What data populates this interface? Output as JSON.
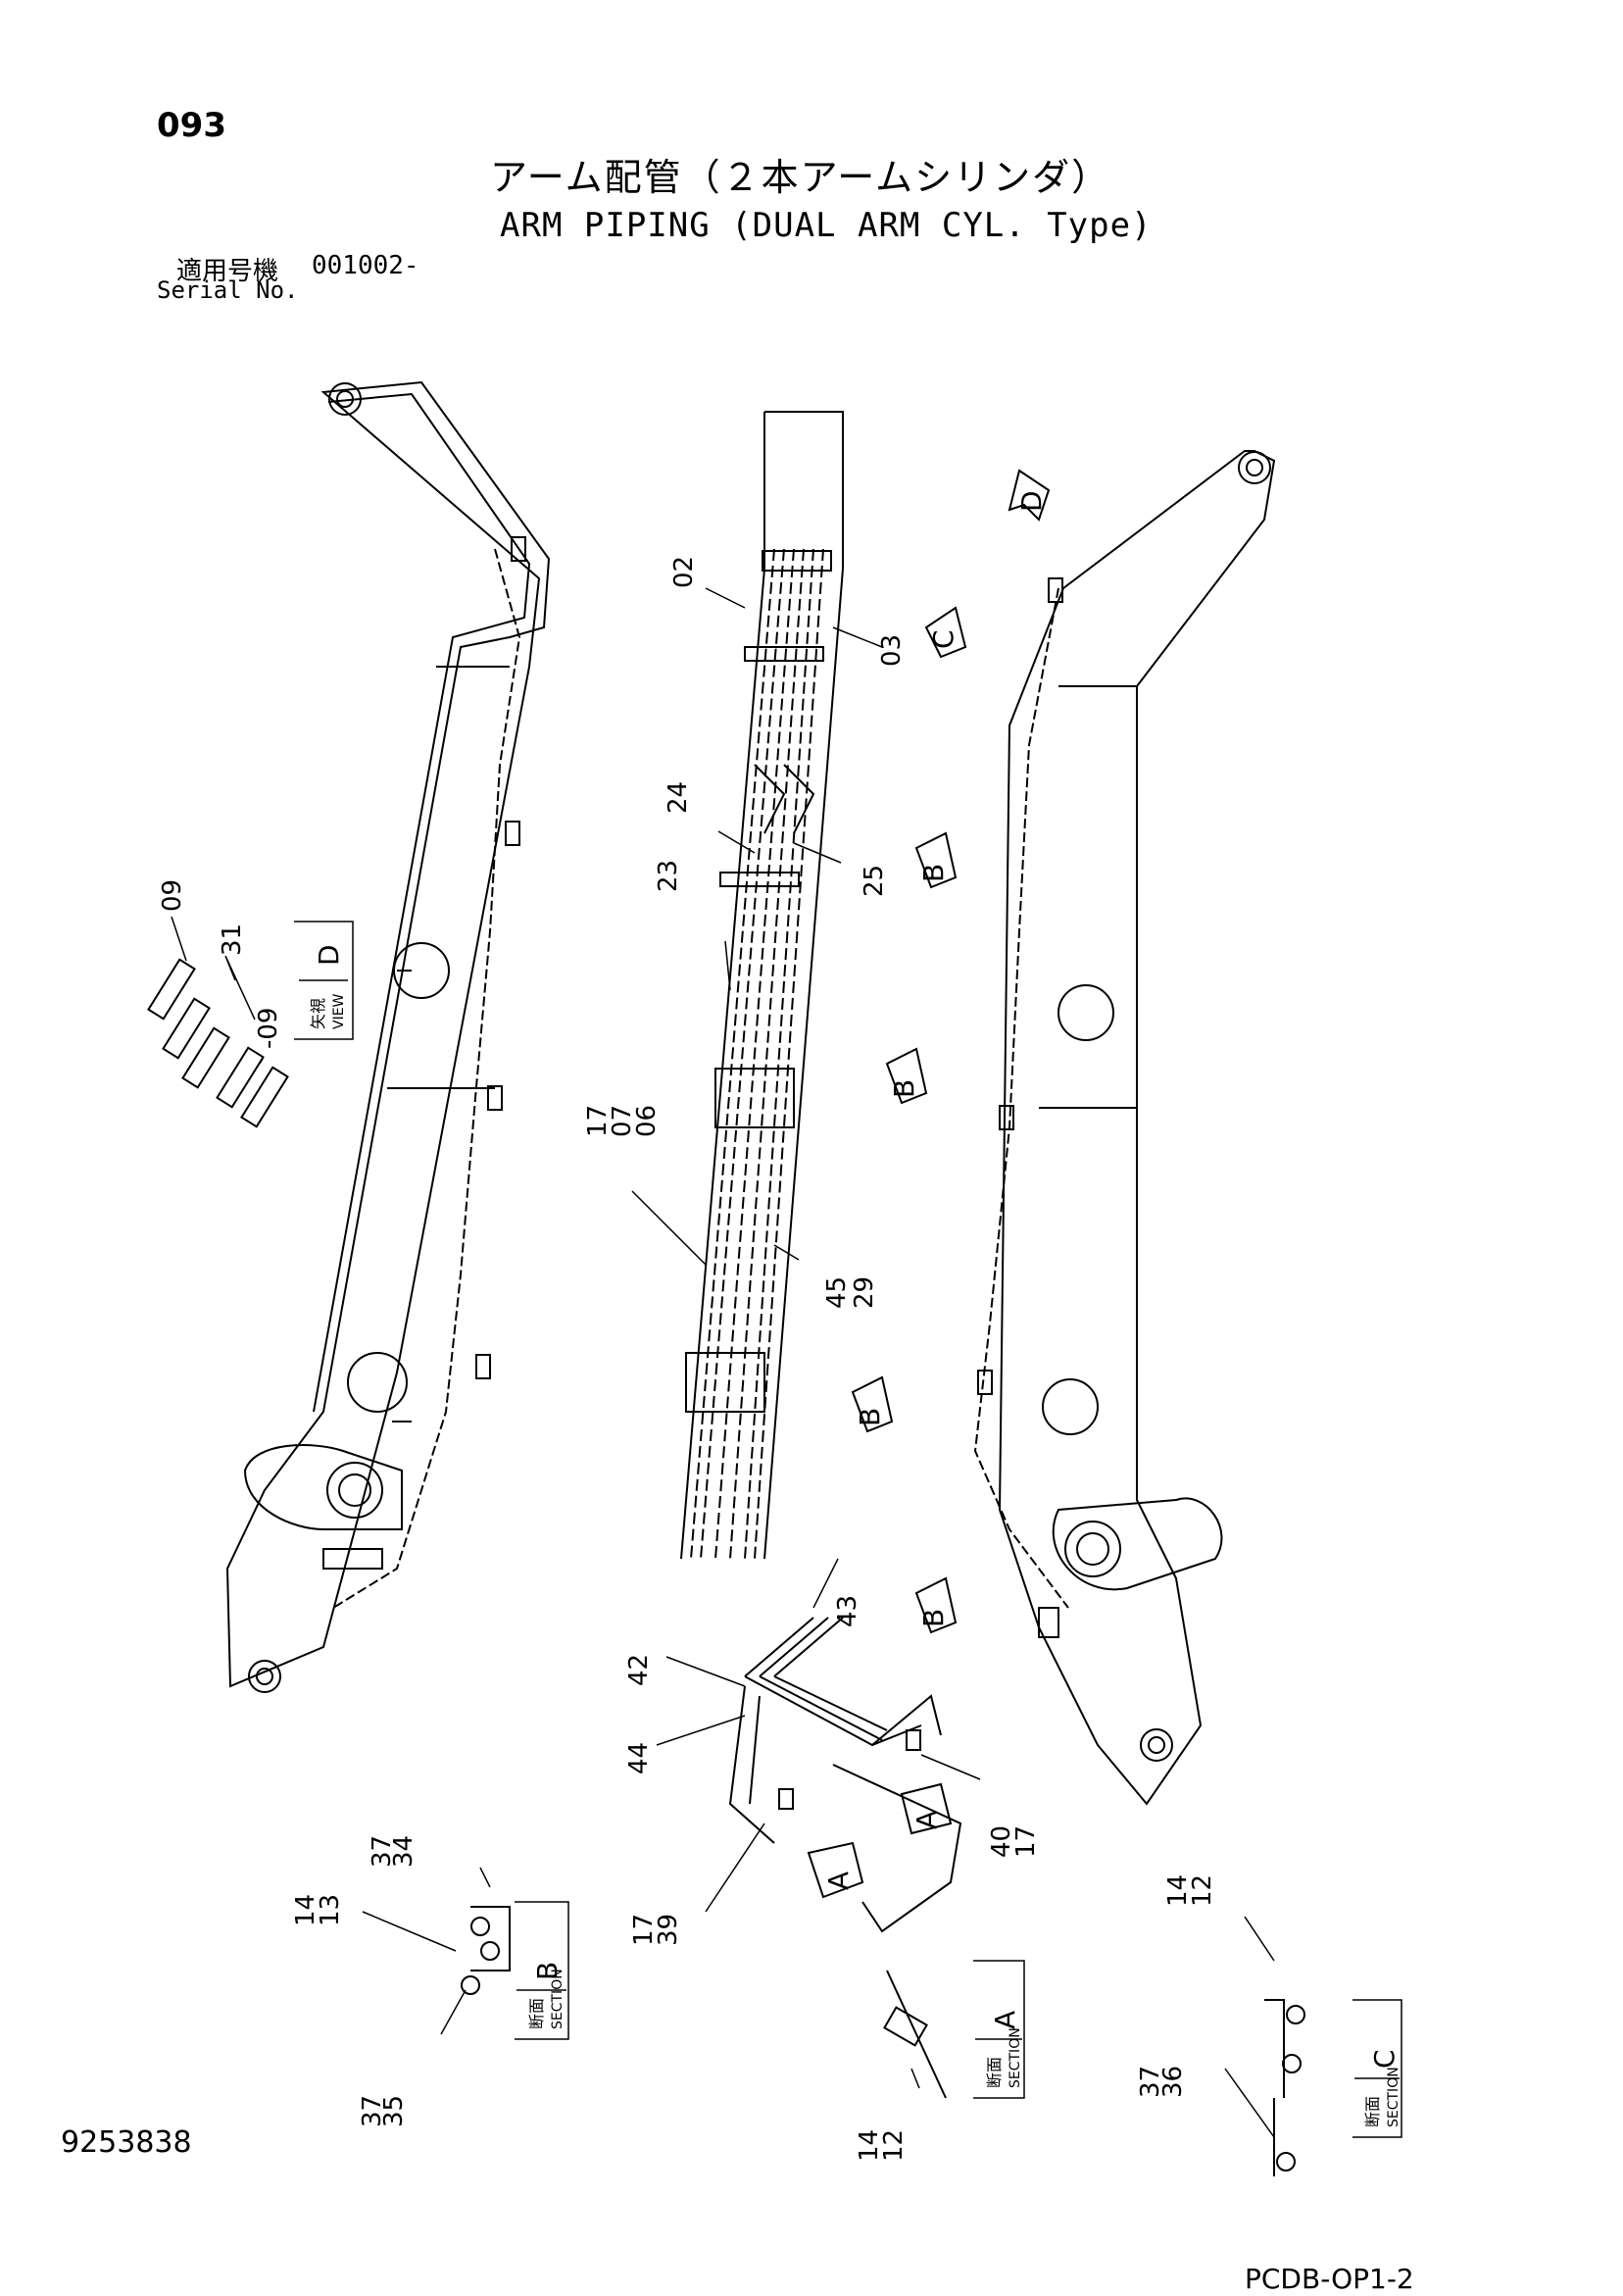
{
  "header": {
    "page_number": "093",
    "title_jp": "アーム配管（２本アームシリンダ）",
    "title_en": "ARM PIPING (DUAL ARM CYL. Type)",
    "serial_label_jp": "適用号機",
    "serial_value": "001002-",
    "serial_label_en": "Serial No."
  },
  "footer": {
    "drawing_number": "9253838",
    "page_code": "PCDB-OP1-2"
  },
  "part_numbers": {
    "p02": "02",
    "p03": "03",
    "p24": "24",
    "p23": "23",
    "p25": "25",
    "p09a": "09",
    "p31": "31",
    "p09b": "-09",
    "p17a": "17",
    "p07": "07",
    "p06": "06",
    "p45": "45",
    "p29": "29",
    "p43": "43",
    "p42": "42",
    "p44": "44",
    "p40": "40",
    "p17b": "17",
    "p17c": "17",
    "p39": "39",
    "p37a": "37",
    "p34": "34",
    "p14a": "14",
    "p13": "13",
    "p37b": "37",
    "p35": "35",
    "p14b": "14",
    "p12a": "12",
    "p14c": "14",
    "p12b": "12",
    "p37c": "37",
    "p36": "36"
  },
  "view_markers": {
    "d": "D",
    "c": "C",
    "b": "B",
    "a": "A"
  },
  "section_labels": {
    "view_jp": "矢視",
    "view_en": "VIEW",
    "view_letter": "D",
    "section_jp": "断面",
    "section_en": "SECTION",
    "section_b": "B",
    "section_a": "A",
    "section_c": "C"
  }
}
